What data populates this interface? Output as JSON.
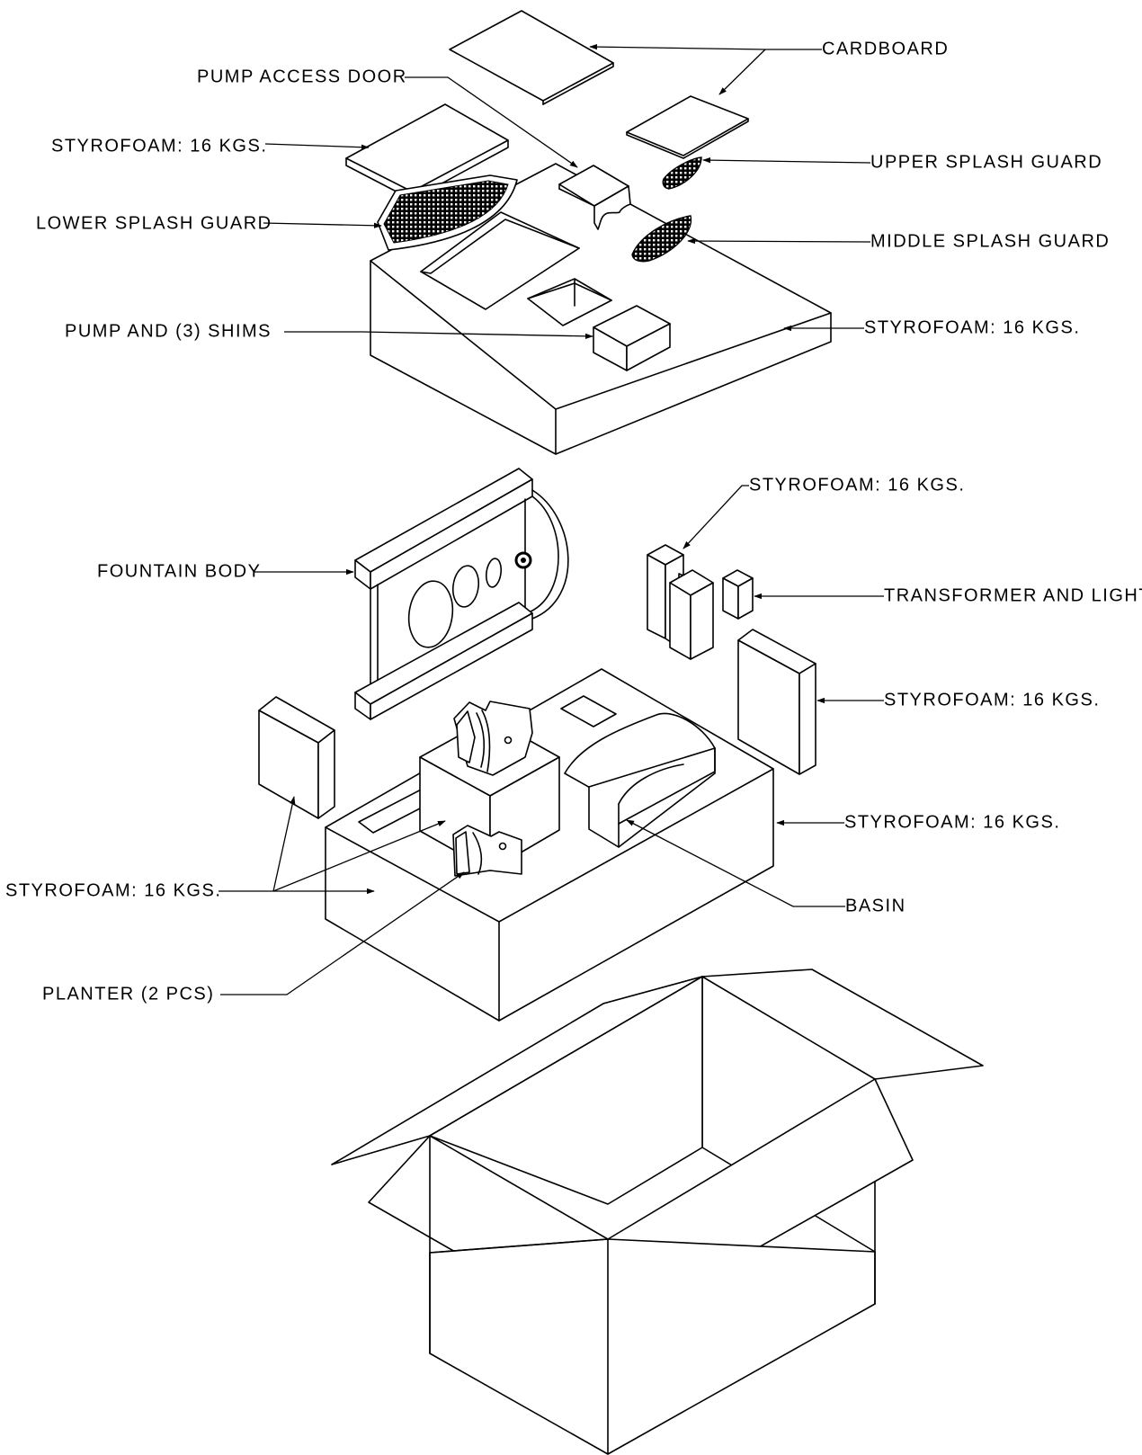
{
  "labels": {
    "cardboard": "CARDBOARD",
    "pump_access_door": "PUMP ACCESS DOOR",
    "styrofoam_16kgs": "STYROFOAM: 16 KGS.",
    "upper_splash_guard": "UPPER SPLASH GUARD",
    "lower_splash_guard": "LOWER SPLASH GUARD",
    "middle_splash_guard": "MIDDLE SPLASH GUARD",
    "pump_and_shims": "PUMP AND (3) SHIMS",
    "fountain_body": "FOUNTAIN BODY",
    "transformer_and_light": "TRANSFORMER AND LIGHT",
    "basin": "BASIN",
    "planter": "PLANTER (2 PCS)"
  }
}
